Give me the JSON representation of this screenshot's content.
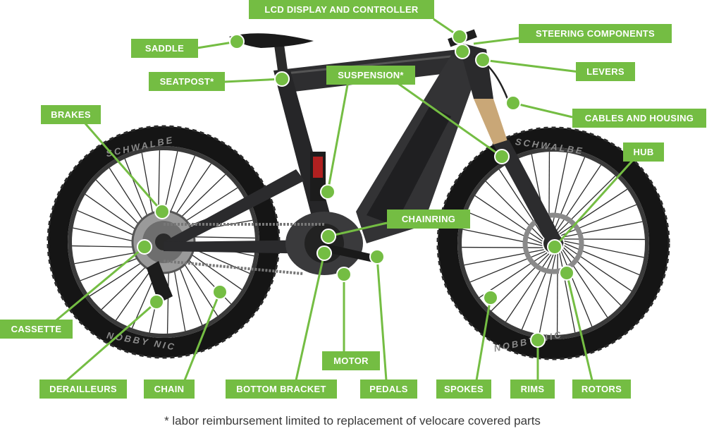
{
  "labels": {
    "lcd": "LCD DISPLAY AND CONTROLLER",
    "steering": "STEERING COMPONENTS",
    "saddle": "SADDLE",
    "levers": "LEVERS",
    "seatpost": "SEATPOST*",
    "suspension": "SUSPENSION*",
    "brakes": "BRAKES",
    "cables": "CABLES AND HOUSING",
    "hub": "HUB",
    "chainring": "CHAINRING",
    "cassette": "CASSETTE",
    "motor": "MOTOR",
    "derailleurs": "DERAILLEURS",
    "chain": "CHAIN",
    "bottom_bracket": "BOTTOM BRACKET",
    "pedals": "PEDALS",
    "spokes": "SPOKES",
    "rims": "RIMS",
    "rotors": "ROTORS"
  },
  "tire": {
    "brand": "SCHWALBE",
    "model": "NOBBY NIC"
  },
  "footnote": "* labor reimbursement limited to replacement of velocare covered parts",
  "colors": {
    "accent": "#74bd43",
    "frame": "#2a2a2c",
    "tire": "#151515"
  }
}
